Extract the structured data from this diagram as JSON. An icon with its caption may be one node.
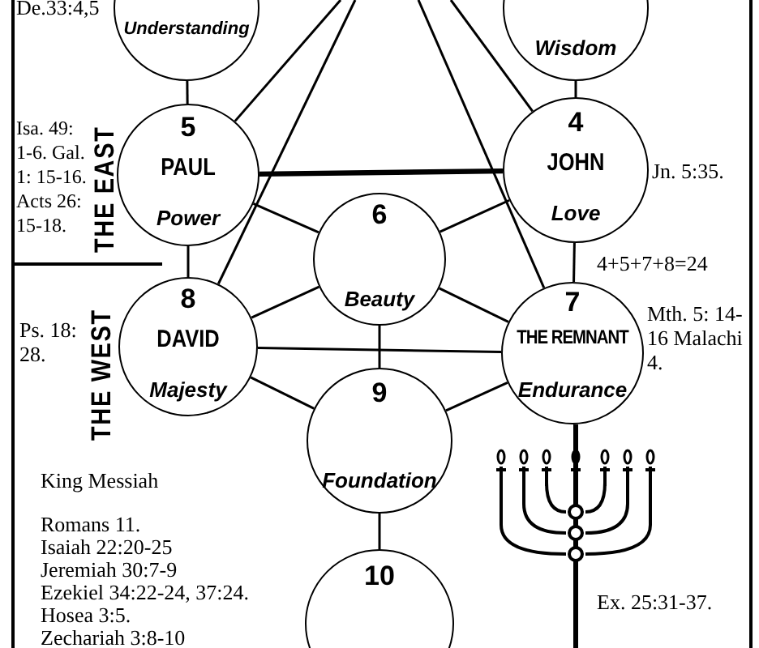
{
  "diagram": {
    "nodes": [
      {
        "text": [
          "Understanding"
        ],
        "beside": [
          "De.33:4,5"
        ]
      },
      {
        "text": [
          "Wisdom"
        ]
      },
      {
        "text": [
          "5",
          "PAUL",
          "Power"
        ],
        "beside": [
          "Isa. 49: 1-6. Gal. 1: 15-16. Acts 26: 15-18."
        ]
      },
      {
        "text": [
          "4",
          "JOHN",
          "Love"
        ],
        "beside": [
          "Jn. 5:35."
        ]
      },
      {
        "text": [
          "6",
          "Beauty"
        ]
      },
      {
        "text": [
          "8",
          "DAVID",
          "Majesty"
        ],
        "beside": [
          "Ps. 18: 28."
        ]
      },
      {
        "text": [
          "7",
          "THE REMNANT",
          "Endurance"
        ],
        "beside": [
          "Mth. 5: 14-16 Malachi 4."
        ]
      },
      {
        "text": [
          "9",
          "Foundation"
        ]
      },
      {
        "text": [
          "10"
        ]
      }
    ],
    "edges": [
      {
        "from": 0,
        "to": 2,
        "arrow": "none"
      },
      {
        "from": 1,
        "to": 3,
        "arrow": "none"
      },
      {
        "from": null,
        "to": 2,
        "arrow": "none"
      },
      {
        "from": null,
        "to": 5,
        "arrow": "none"
      },
      {
        "from": null,
        "to": 3,
        "arrow": "none"
      },
      {
        "from": null,
        "to": 6,
        "arrow": "none"
      },
      {
        "from": 2,
        "to": 3,
        "arrow": "none",
        "style": "thick"
      },
      {
        "from": 2,
        "to": 4,
        "arrow": "none"
      },
      {
        "from": 3,
        "to": 4,
        "arrow": "none"
      },
      {
        "from": 2,
        "to": 5,
        "arrow": "none"
      },
      {
        "from": 3,
        "to": 6,
        "arrow": "none"
      },
      {
        "from": 5,
        "to": 4,
        "arrow": "none"
      },
      {
        "from": 4,
        "to": 6,
        "arrow": "none"
      },
      {
        "from": 5,
        "to": 6,
        "arrow": "none"
      },
      {
        "from": 5,
        "to": 7,
        "arrow": "none"
      },
      {
        "from": 4,
        "to": 7,
        "arrow": "none"
      },
      {
        "from": 6,
        "to": 7,
        "arrow": "none"
      },
      {
        "from": 7,
        "to": 8,
        "arrow": "none"
      }
    ],
    "labels": [
      "THE EAST",
      "THE WEST",
      "4+5+7+8=24",
      "King Messiah",
      "Romans 11.",
      "Isaiah 22:20-25",
      "Jeremiah 30:7-9",
      "Ezekiel 34:22-24, 37:24.",
      "Hosea 3:5.",
      "Zechariah 3:8-10",
      "Ex. 25:31-37."
    ]
  }
}
